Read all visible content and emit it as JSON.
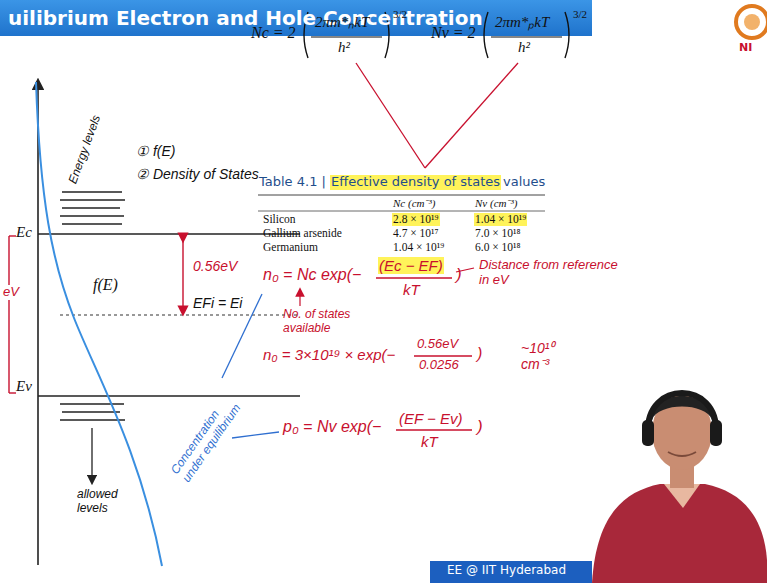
{
  "diagram": {
    "title": "uilibrium Electron and Hole Concentration",
    "labels": [
      "Energy levels",
      "① f(E)",
      "② Density of States",
      "Ec",
      "0.56eV",
      "f(E)",
      "EFi = Ei",
      "eV",
      "Ev",
      "allowed levels",
      "Concentration under equilibrium",
      "Nc = 2",
      "2πm*ₙkT",
      "h²",
      "3/2",
      "Nv = 2",
      "2πm*ₚkT",
      "h²",
      "3/2",
      "Table 4.1 |",
      "Effective density of states",
      "values",
      "Nc (cm⁻³)",
      "Nv (cm⁻³)",
      "Silicon",
      "2.8 × 10¹⁹",
      "1.04 × 10¹⁹",
      "Gallium arsenide",
      "4.7 × 10¹⁷",
      "7.0 × 10¹⁸",
      "Germanium",
      "1.04 × 10¹⁹",
      "6.0 × 10¹⁸",
      "n₀ = Nc exp(−",
      "(Ec − EF)",
      "kT",
      ")",
      "Distance from reference in eV",
      "No. of states available",
      "n₀ = 3×10¹⁹ × exp(−",
      "0.56eV",
      "0.0256",
      ")",
      "~10¹⁰ cm⁻³",
      "p₀ = Nv exp(−",
      "(EF − Ev)",
      "kT",
      ")",
      "NI",
      "EE @ IIT Hyderabad"
    ]
  }
}
